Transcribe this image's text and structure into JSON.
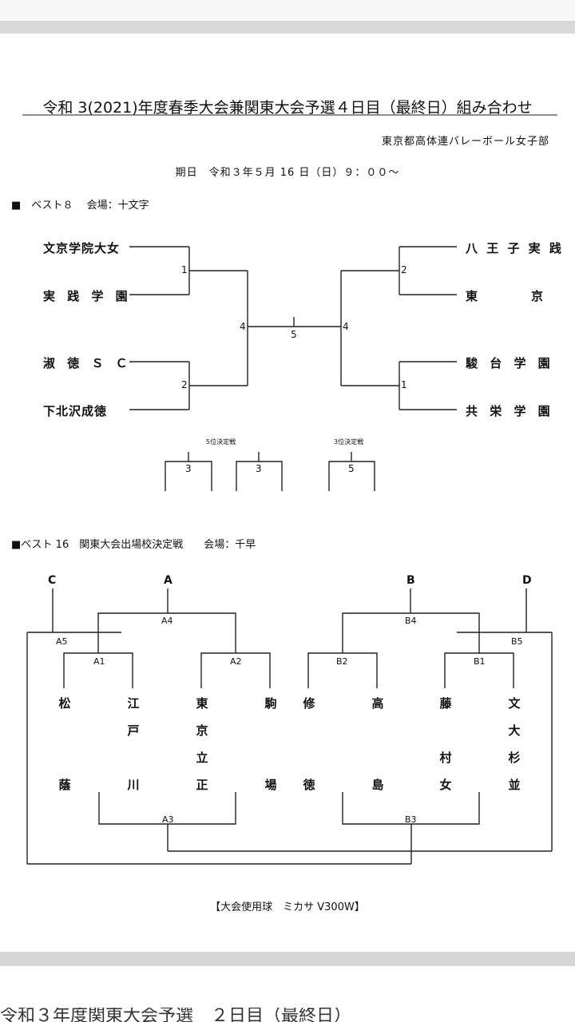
{
  "title": "令和 3(2021)年度春季大会兼関東大会予選４日目（最終日）組み合わせ",
  "organizer": "東京都高体連バレーボール女子部",
  "date_line": "期日　令和３年５月 16 日（日）９：００～",
  "best8": {
    "heading": "■　ベスト８　 会場：十文字",
    "left_teams": [
      "文京学院大女",
      "実 践 学 園",
      "淑 徳 Ｓ Ｃ",
      "下北沢成徳"
    ],
    "right_teams": [
      "八 王 子 実 践",
      "東",
      "京",
      "駿 台 学 園",
      "共 栄 学 園"
    ],
    "match_nums": [
      "1",
      "2",
      "4",
      "5",
      "4",
      "2",
      "1"
    ],
    "placement_5th": "5位決定戦",
    "placement_3rd": "3位決定戦",
    "placement_nums": [
      "3",
      "3",
      "5"
    ]
  },
  "best16": {
    "heading": "■ベスト 16　関東大会出場校決定戦　　会場：千早",
    "groups": [
      "C",
      "A",
      "B",
      "D"
    ],
    "match_labels": [
      "A5",
      "A4",
      "A1",
      "A2",
      "B2",
      "B4",
      "B1",
      "B5",
      "A3",
      "B3"
    ],
    "teams": [
      [
        "松",
        "蔭"
      ],
      [
        "江",
        "戸",
        "川"
      ],
      [
        "東",
        "京",
        "立",
        "正"
      ],
      [
        "駒",
        "場"
      ],
      [
        "修",
        "徳"
      ],
      [
        "高",
        "島"
      ],
      [
        "藤",
        "村",
        "女"
      ],
      [
        "文",
        "大",
        "杉",
        "並"
      ]
    ]
  },
  "ball_note": "【大会使用球　ミカサ V300W】",
  "next_page_text": "令和３年度関東大会予選　２日目（最終日）"
}
